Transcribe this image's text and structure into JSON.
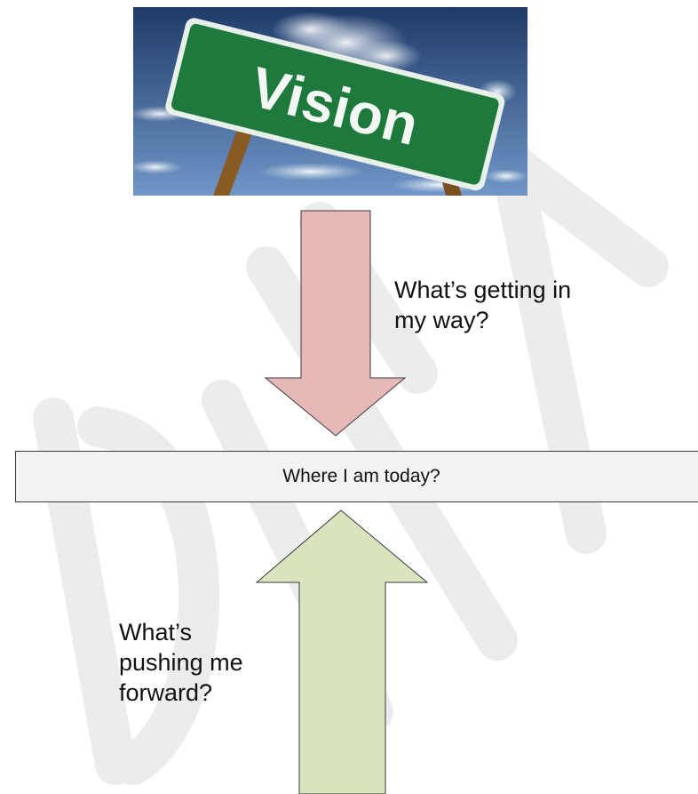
{
  "vision_image": {
    "sign_text": "Vision",
    "colors": {
      "sky_top": "#1f3a68",
      "sky_bottom": "#6f97c8",
      "sign_green": "#1e7a3c",
      "sign_border": "#e8f0ea",
      "post": "#8a5a24"
    }
  },
  "obstacles_arrow": {
    "direction": "down",
    "color": "#e6b8b7",
    "caption": "What’s getting in\nmy way?"
  },
  "current_state": {
    "label": "Where I am today?",
    "color": "#f2f2f2"
  },
  "drivers_arrow": {
    "direction": "up",
    "color": "#d7e4bd",
    "caption": "What’s\npushing me\nforward?"
  }
}
